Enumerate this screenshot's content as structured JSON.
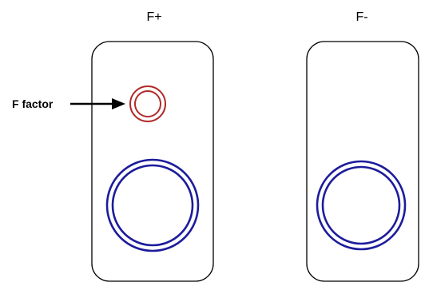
{
  "cells": [
    {
      "title": "F+",
      "has_f_factor": true
    },
    {
      "title": "F-",
      "has_f_factor": false
    }
  ],
  "f_factor_label": "F factor",
  "colors": {
    "cell_outline": "#000000",
    "chromosome": "#1c1c9c",
    "f_factor": "#b22a2a",
    "arrow": "#000000",
    "background": "#ffffff"
  }
}
